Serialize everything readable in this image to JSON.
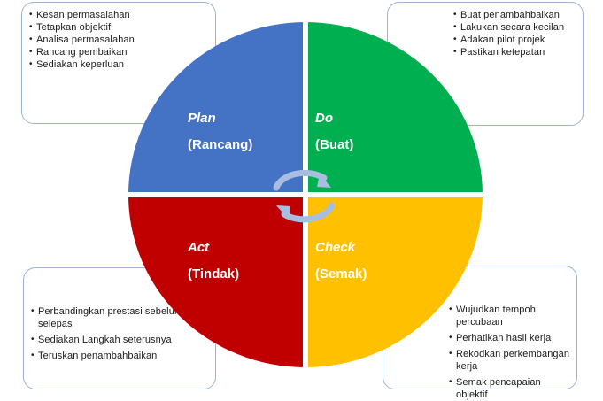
{
  "quadrants": {
    "plan": {
      "title": "Plan",
      "subtitle": "(Rancang)",
      "color": "#4472c4"
    },
    "do": {
      "title": "Do",
      "subtitle": "(Buat)",
      "color": "#00b050"
    },
    "act": {
      "title": "Act",
      "subtitle": "(Tindak)",
      "color": "#c00000"
    },
    "check": {
      "title": "Check",
      "subtitle": "(Semak)",
      "color": "#ffc000"
    }
  },
  "callouts": {
    "plan": [
      "Kesan permasalahan",
      "Tetapkan objektif",
      "Analisa permasalahan",
      "Rancang pembaikan",
      "Sediakan keperluan"
    ],
    "do": [
      "Buat penambahbaikan",
      "Lakukan secara kecilan",
      "Adakan pilot projek",
      "Pastikan ketepatan"
    ],
    "act": [
      "Perbandingkan prestasi sebelum dan selepas",
      "Sediakan Langkah seterusnya",
      "Teruskan penambahbaikan"
    ],
    "check": [
      "Wujudkan tempoh percubaan",
      "Perhatikan hasil kerja",
      "Rekodkan perkembangan kerja",
      "Semak pencapaian objektif"
    ]
  },
  "colors": {
    "arrow": "#a9bde0",
    "box_border": "#9bb3d6",
    "divider": "#ffffff"
  }
}
